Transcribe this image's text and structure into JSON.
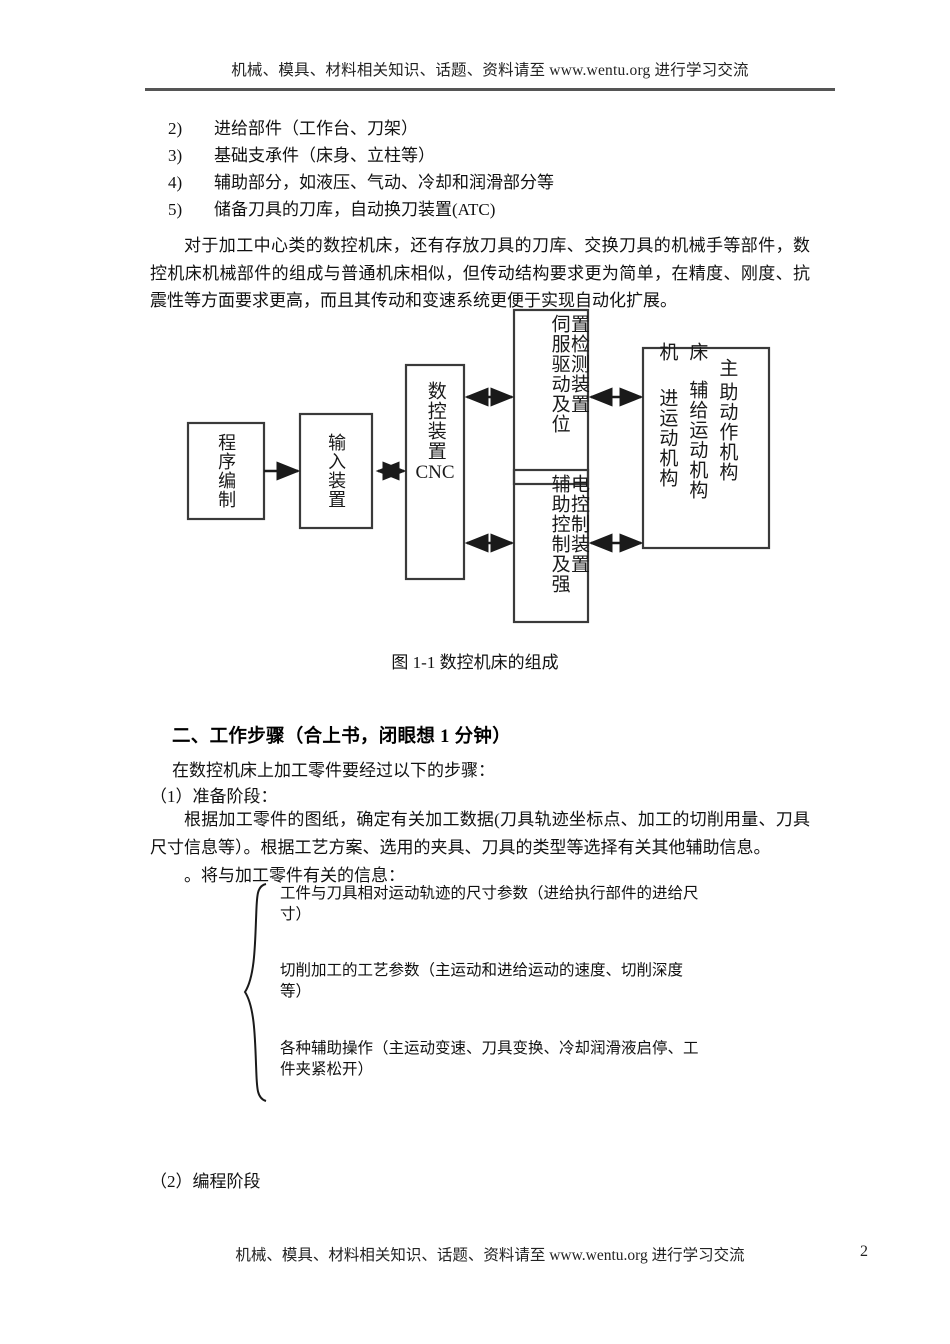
{
  "header": {
    "text": "机械、模具、材料相关知识、话题、资料请至 www.wentu.org 进行学习交流"
  },
  "numbered_list": [
    {
      "num": "2)",
      "text": "进给部件（工作台、刀架）"
    },
    {
      "num": "3)",
      "text": "基础支承件（床身、立柱等）"
    },
    {
      "num": "4)",
      "text": "辅助部分，如液压、气动、冷却和润滑部分等"
    },
    {
      "num": "5)",
      "text": "储备刀具的刀库，自动换刀装置(ATC)"
    }
  ],
  "paragraphs": {
    "machining_center": "对于加工中心类的数控机床，还有存放刀具的刀库、交换刀具的机械手等部件，数控机床机械部件的组成与普通机床相似，但传动结构要求更为简单，在精度、刚度、抗震性等方面要求更高，而且其传动和变速系统更便于实现自动化扩展。",
    "steps_intro": "在数控机床上加工零件要经过以下的步骤：",
    "prep_stage": "（1）准备阶段：",
    "prep_basis": "根据加工零件的图纸，确定有关加工数据(刀具轨迹坐标点、加工的切削用量、刀具尺寸信息等）。根据工艺方案、选用的夹具、刀具的类型等选择有关其他辅助信息。",
    "info_line": "。将与加工零件有关的信息：",
    "program_stage": "（2）编程阶段"
  },
  "heading": "二、工作步骤（合上书，闭眼想 1 分钟）",
  "diagram": {
    "caption": "图 1-1 数控机床的组成",
    "boxes": {
      "program_edit": "程序编制",
      "input_device": "输入装置",
      "cnc_line1": "数控装置",
      "cnc_line2": "CNC",
      "servo_col_right": "置检测装置",
      "servo_col_left": "伺服驱动及位",
      "aux_col_right": "电控制装置",
      "aux_col_left": "辅助控制及强",
      "machine_col1_top": "机",
      "machine_col1_body": "进运动机构",
      "machine_col2_top": "床",
      "machine_col2_body": "辅给运动机构",
      "machine_col3_top": "主",
      "machine_col3_body": "助动作机构"
    }
  },
  "brace_items": [
    "工件与刀具相对运动轨迹的尺寸参数（进给执行部件的进给尺寸）",
    "切削加工的工艺参数（主运动和进给运动的速度、切削深度等）",
    "各种辅助操作（主运动变速、刀具变换、冷却润滑液启停、工件夹紧松开）"
  ],
  "footer": {
    "text": "机械、模具、材料相关知识、话题、资料请至 www.wentu.org 进行学习交流",
    "page_number": "2"
  },
  "colors": {
    "text": "#1a1a1a",
    "rule": "#555555",
    "box_stroke": "#3a3a3a",
    "background": "#ffffff"
  }
}
